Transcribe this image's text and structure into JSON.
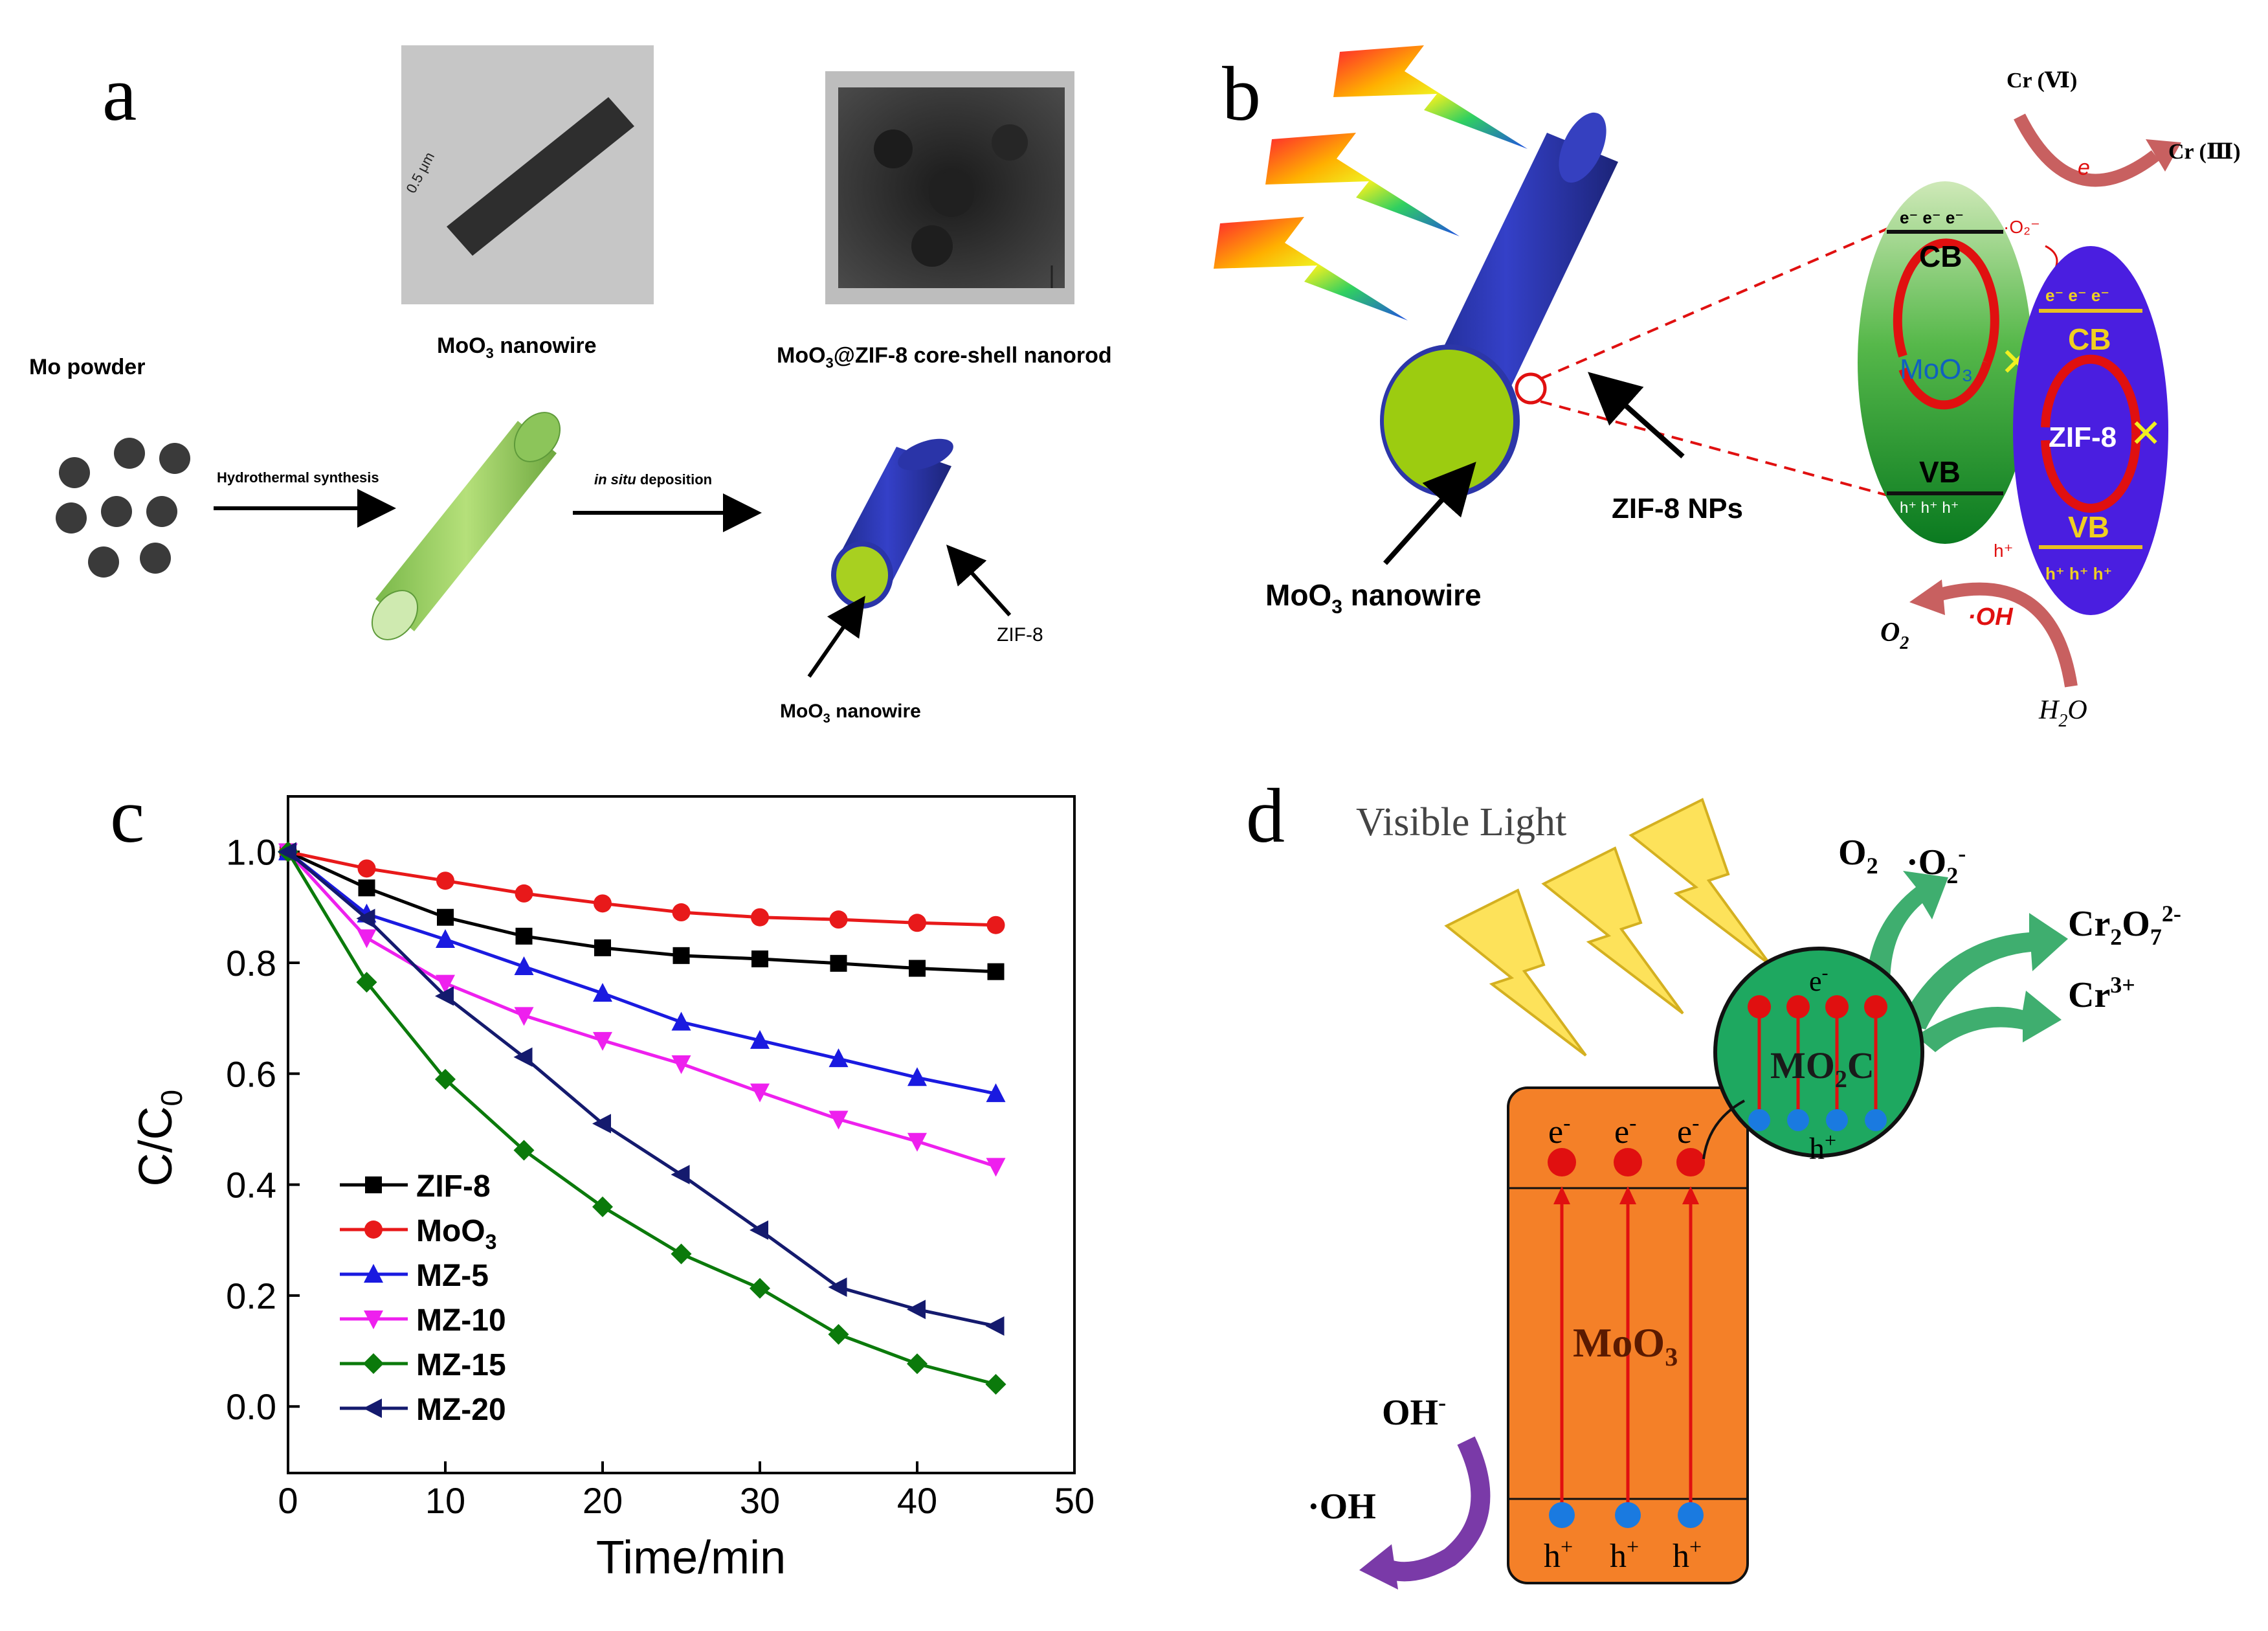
{
  "panels": {
    "a": {
      "letter": "a",
      "mo_powder": "Mo  powder",
      "nanowire_label": "MoO",
      "nanowire_label_sub": "3",
      "nanowire_label_rest": " nanowire",
      "scalebar": "0.5 μm",
      "coreshell_pre": "MoO",
      "coreshell_sub": "3",
      "coreshell_rest": "@ZIF-8 core-shell nanorod",
      "step1": "Hydrothermal synthesis",
      "step2_italic": "in situ",
      "step2_rest": " deposition",
      "zif8": "ZIF-8",
      "moo3_pre": "MoO",
      "moo3_sub": "3",
      "moo3_rest": " nanowire"
    },
    "b": {
      "letter": "b",
      "cr6": "Cr (Ⅵ)",
      "cr3": "Cr (Ⅲ)",
      "e_top": "e",
      "o2_radical": "·O₂⁻",
      "e_small": "e⁻",
      "cb_electrons": "e⁻ e⁻ e⁻",
      "cb": "CB",
      "moo3": "MoO₃",
      "vb": "VB",
      "vb_holes": "h⁺ h⁺ h⁺",
      "zif_electrons": "e⁻ e⁻ e⁻",
      "zif_cb": "CB",
      "zif": "ZIF-8",
      "zif_vb": "VB",
      "zif_holes": "h⁺ h⁺ h⁺",
      "h_plus": "h⁺",
      "oh": "·OH",
      "o2": "O",
      "o2_sub": "2",
      "h2o_h": "H",
      "h2o_sub": "2",
      "h2o_o": "O",
      "zif_nps": "ZIF-8 NPs",
      "nanowire_pre": "MoO",
      "nanowire_sub": "3",
      "nanowire_rest": "  nanowire"
    },
    "c": {
      "letter": "c"
    },
    "d": {
      "letter": "d",
      "visible_light": "Visible Light",
      "o2": "O",
      "o2_sub": "2",
      "o2_radical": "·O",
      "o2_radical_sub": "2",
      "o2_radical_sup": "-",
      "cr2o7": "Cr",
      "cr2o7_sub1": "2",
      "cr2o7_mid": "O",
      "cr2o7_sub2": "7",
      "cr2o7_sup": "2-",
      "cr3": "Cr",
      "cr3_sup": "3+",
      "e_mo2c": "e",
      "e_mo2c_sup": "-",
      "mo2c": "MO",
      "mo2c_sub": "2",
      "mo2c_rest": "C",
      "h_mo2c": "h",
      "h_mo2c_sup": "+",
      "e_label": "e",
      "e_sup": "-",
      "moo3": "MoO",
      "moo3_sub": "3",
      "h_label": "h",
      "h_sup": "+",
      "oh_minus": "OH",
      "oh_minus_sup": "-",
      "oh_radical": "·OH"
    }
  },
  "chart_data": {
    "type": "line",
    "xlabel": "Time/min",
    "ylabel": "C/C",
    "ylabel_sub": "0",
    "xlim": [
      0,
      50
    ],
    "ylim": [
      -0.12,
      1.1
    ],
    "xticks": [
      0,
      10,
      20,
      30,
      40,
      50
    ],
    "yticks": [
      0.0,
      0.2,
      0.4,
      0.6,
      0.8,
      1.0
    ],
    "ytick_labels": [
      "0.0",
      "0.2",
      "0.4",
      "0.6",
      "0.8",
      "1.0"
    ],
    "x": [
      0,
      5,
      10,
      15,
      20,
      25,
      30,
      35,
      40,
      45
    ],
    "legend_position": "bottom-left",
    "series": [
      {
        "name": "ZIF-8",
        "color": "#000000",
        "marker": "square",
        "values": [
          1.0,
          0.935,
          0.882,
          0.848,
          0.827,
          0.813,
          0.807,
          0.799,
          0.79,
          0.784
        ]
      },
      {
        "name": "MoO3",
        "name_main": "MoO",
        "name_sub": "3",
        "color": "#e8191a",
        "marker": "circle",
        "values": [
          1.0,
          0.97,
          0.948,
          0.925,
          0.907,
          0.891,
          0.882,
          0.878,
          0.872,
          0.868
        ]
      },
      {
        "name": "MZ-5",
        "color": "#1a1ae0",
        "marker": "triangle-up",
        "values": [
          1.0,
          0.888,
          0.842,
          0.793,
          0.745,
          0.693,
          0.66,
          0.627,
          0.593,
          0.564
        ]
      },
      {
        "name": "MZ-10",
        "color": "#ee20ee",
        "marker": "triangle-down",
        "values": [
          1.0,
          0.845,
          0.763,
          0.705,
          0.66,
          0.618,
          0.567,
          0.518,
          0.478,
          0.433
        ]
      },
      {
        "name": "MZ-15",
        "color": "#0b7a0b",
        "marker": "diamond",
        "values": [
          1.0,
          0.765,
          0.59,
          0.462,
          0.36,
          0.275,
          0.213,
          0.13,
          0.077,
          0.04
        ]
      },
      {
        "name": "MZ-20",
        "color": "#141a6e",
        "marker": "triangle-left",
        "values": [
          1.0,
          0.88,
          0.74,
          0.63,
          0.51,
          0.418,
          0.318,
          0.215,
          0.175,
          0.145
        ]
      }
    ]
  }
}
